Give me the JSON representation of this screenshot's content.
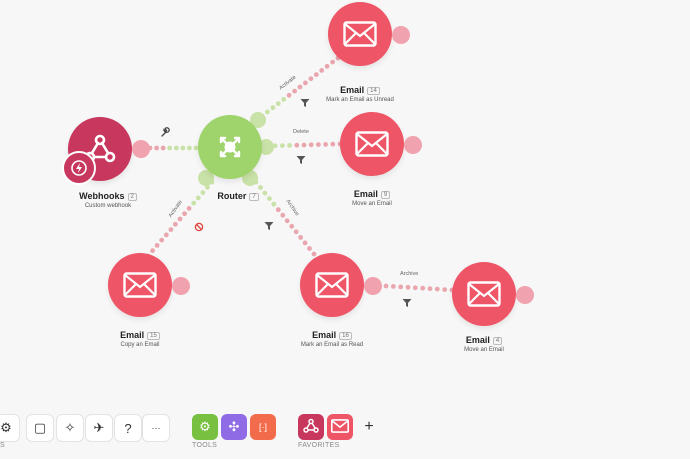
{
  "colors": {
    "email_red": "#ee5566",
    "ear_pink": "#f0a2ae",
    "router_green": "#9fd46c",
    "webhook_magenta": "#c8375d",
    "dot_pink": "#e9a6ae",
    "dot_green": "#c9e2a7",
    "tools_green": "#78c03f",
    "tools_purple": "#8f6be6",
    "tools_orange": "#f26b4a"
  },
  "nodes": {
    "webhooks": {
      "title": "Webhooks",
      "id": "2",
      "subtitle": "Custom webhook",
      "icon": "webhook-icon",
      "badge_icon": "lightning-icon"
    },
    "router": {
      "title": "Router",
      "id": "7",
      "icon": "router-arrows-icon"
    },
    "email_14": {
      "title": "Email",
      "id": "14",
      "subtitle": "Mark an Email as Unread",
      "icon": "envelope-icon"
    },
    "email_9": {
      "title": "Email",
      "id": "9",
      "subtitle": "Move an Email",
      "icon": "envelope-icon"
    },
    "email_15": {
      "title": "Email",
      "id": "15",
      "subtitle": "Copy an Email",
      "icon": "envelope-icon"
    },
    "email_16": {
      "title": "Email",
      "id": "16",
      "subtitle": "Mark an Email as Read",
      "icon": "envelope-icon"
    },
    "email_4": {
      "title": "Email",
      "id": "4",
      "subtitle": "Move an Email",
      "icon": "envelope-icon"
    }
  },
  "routes": {
    "to_email_14": "Activate",
    "to_email_9": "Delete",
    "to_email_15": "Activate",
    "to_email_16": "Archive",
    "to_email_4": "Archive"
  },
  "toolbar": {
    "left_buttons": [
      {
        "name": "settings",
        "icon": "gear-icon",
        "glyph": "⚙"
      },
      {
        "name": "notes",
        "icon": "note-icon",
        "glyph": "▢"
      },
      {
        "name": "auto-align",
        "icon": "magic-wand-icon",
        "glyph": "✧"
      },
      {
        "name": "explain-flow",
        "icon": "airplane-icon",
        "glyph": "✈"
      },
      {
        "name": "help",
        "icon": "question-icon",
        "glyph": "?"
      },
      {
        "name": "more",
        "icon": "ellipsis-icon",
        "glyph": "···"
      }
    ],
    "tools_caption": "TOOLS",
    "tools": [
      {
        "name": "flow-control",
        "icon": "gear-icon",
        "glyph": "⚙"
      },
      {
        "name": "router-tool",
        "icon": "router-arrows-icon",
        "glyph": "✣"
      },
      {
        "name": "text-parser",
        "icon": "brackets-icon",
        "glyph": "[·]"
      }
    ],
    "favorites_caption": "FAVORITES",
    "favorites": [
      {
        "name": "webhooks-favorite",
        "icon": "webhook-icon"
      },
      {
        "name": "email-favorite",
        "icon": "envelope-icon"
      }
    ],
    "add_label": "+"
  }
}
